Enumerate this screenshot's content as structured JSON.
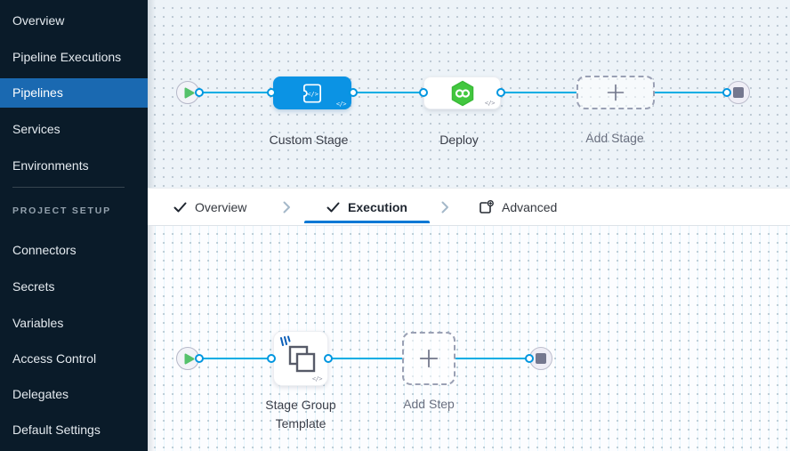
{
  "sidebar": {
    "nav_items": [
      {
        "label": "Overview",
        "selected": false
      },
      {
        "label": "Pipeline Executions",
        "selected": false
      },
      {
        "label": "Pipelines",
        "selected": true
      },
      {
        "label": "Services",
        "selected": false
      },
      {
        "label": "Environments",
        "selected": false
      }
    ],
    "section_label": "PROJECT SETUP",
    "setup_items": [
      {
        "label": "Connectors"
      },
      {
        "label": "Secrets"
      },
      {
        "label": "Variables"
      },
      {
        "label": "Access Control"
      },
      {
        "label": "Delegates"
      },
      {
        "label": "Default Settings"
      }
    ]
  },
  "tab_bar": {
    "active_tab": "Execution",
    "tabs": [
      {
        "label": "Overview",
        "status": "complete"
      },
      {
        "label": "Execution",
        "status": "complete"
      },
      {
        "label": "Advanced",
        "status": "none"
      }
    ]
  },
  "stage_pipeline": {
    "nodes": [
      {
        "label": "Custom Stage",
        "type": "custom-stage"
      },
      {
        "label": "Deploy",
        "type": "deploy-stage"
      },
      {
        "label": "Add Stage",
        "type": "add-stage-button"
      }
    ]
  },
  "execution_pipeline": {
    "nodes": [
      {
        "label": "Stage Group Template",
        "type": "stage-group-template"
      },
      {
        "label": "Add Step",
        "type": "add-step-button"
      }
    ]
  },
  "icons": {
    "code_glyph": "</>",
    "names": [
      "play-icon",
      "stop-icon",
      "plus-icon",
      "check-icon",
      "chevron-right-icon",
      "template-bars-icon",
      "advanced-tab-icon",
      "deploy-hexagon-icon",
      "custom-stage-icon",
      "stage-group-icon"
    ]
  },
  "colors": {
    "sidebar_bg": "#0A1B29",
    "sidebar_selected": "#1A69B1",
    "connector_line": "#00ADE4",
    "connection_point": "#0096E0",
    "custom_stage_fill": "#0B93E4",
    "deploy_green": "#42C73F",
    "play_green": "#55C16B",
    "tab_underline": "#0278D5",
    "canvas_top_bg": "#EDF3F8",
    "canvas_bottom_bg": "#FCFDFF"
  }
}
